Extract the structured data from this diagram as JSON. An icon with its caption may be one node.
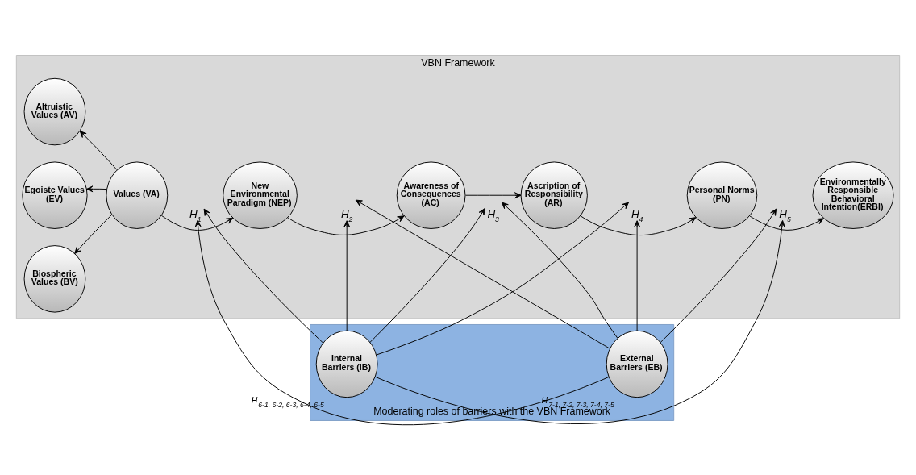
{
  "diagram": {
    "nodes": [
      {
        "text": [
          "VBN Framework"
        ]
      },
      {
        "text": [
          "Altruistic Values (AV)"
        ],
        "in": 0
      },
      {
        "text": [
          "Egoistc Values (EV)"
        ],
        "in": 0
      },
      {
        "text": [
          "Biospheric Values (BV)"
        ],
        "in": 0
      },
      {
        "text": [
          "Values (VA)"
        ],
        "in": 0
      },
      {
        "text": [
          "New Environmental Paradigm (NEP)"
        ],
        "in": 0
      },
      {
        "text": [
          "Awareness of Consequences (AC)"
        ],
        "in": 0
      },
      {
        "text": [
          "Ascription of Responsibility (AR)"
        ],
        "in": 0
      },
      {
        "text": [
          "Personal Norms (PN)"
        ],
        "in": 0
      },
      {
        "text": [
          "Environmentally Responsible Behavioral Intention(ERBI)"
        ],
        "in": 0
      },
      {
        "text": [
          "H$_{1}$"
        ],
        "in": 0
      },
      {
        "text": [
          "H$_{2}$"
        ],
        "in": 0
      },
      {
        "text": [
          "H$_{3}$"
        ],
        "in": 0
      },
      {
        "text": [
          "H$_{4}$"
        ],
        "in": 0
      },
      {
        "text": [
          "H$_{5}$"
        ],
        "in": 0
      },
      {
        "text": [
          "Moderating roles of barriers with the VBN Framework"
        ]
      },
      {
        "text": [
          "Internal Barriers (IB)"
        ],
        "in": 15,
        "beside": [
          "H$_{6-1, 6-2, 6-3, 6-4, 6-5}$"
        ]
      },
      {
        "text": [
          "External Barriers (EB)"
        ],
        "in": 15,
        "beside": [
          "H$_{7-1, 7-2, 7-3, 7-4, 7-5}$"
        ]
      }
    ],
    "edges": [
      {
        "from": 4,
        "to": 1,
        "arrow": "to"
      },
      {
        "from": 4,
        "to": 2,
        "arrow": "to"
      },
      {
        "from": 4,
        "to": 3,
        "arrow": "to"
      },
      {
        "from": 4,
        "to": 5,
        "arrow": "to"
      },
      {
        "from": 5,
        "to": 6,
        "arrow": "to"
      },
      {
        "from": 6,
        "to": 7,
        "arrow": "to"
      },
      {
        "from": 7,
        "to": 8,
        "arrow": "to"
      },
      {
        "from": 8,
        "to": 9,
        "arrow": "to"
      },
      {
        "from": 16,
        "to": 10,
        "arrow": "to"
      },
      {
        "from": 16,
        "to": 11,
        "arrow": "to"
      },
      {
        "from": 16,
        "to": 12,
        "arrow": "to"
      },
      {
        "from": 16,
        "to": 13,
        "arrow": "to"
      },
      {
        "from": 16,
        "to": 14,
        "arrow": "to"
      },
      {
        "from": 17,
        "to": 10,
        "arrow": "to"
      },
      {
        "from": 17,
        "to": 11,
        "arrow": "to"
      },
      {
        "from": 17,
        "to": 12,
        "arrow": "to"
      },
      {
        "from": 17,
        "to": 13,
        "arrow": "to"
      },
      {
        "from": 17,
        "to": 14,
        "arrow": "to"
      }
    ]
  }
}
